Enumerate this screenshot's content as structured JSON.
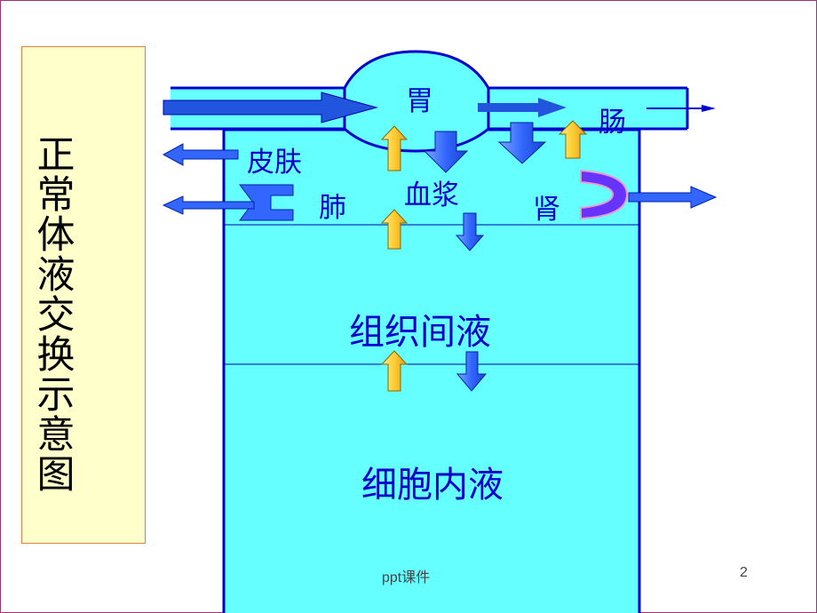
{
  "title": "正常体液交换示意图",
  "labels": {
    "stomach": "胃",
    "intestine": "肠",
    "skin": "皮肤",
    "lung": "肺",
    "plasma": "血浆",
    "kidney": "肾",
    "interstitial_fluid": "组织间液",
    "intracellular_fluid": "细胞内液"
  },
  "footer": "ppt课件",
  "page_number": "2",
  "colors": {
    "fluid": "#66ffff",
    "outline": "#0000cc",
    "up_arrow": "#ffcc33",
    "down_arrow": "#3366ff",
    "title_bg": "#ffffcc"
  }
}
